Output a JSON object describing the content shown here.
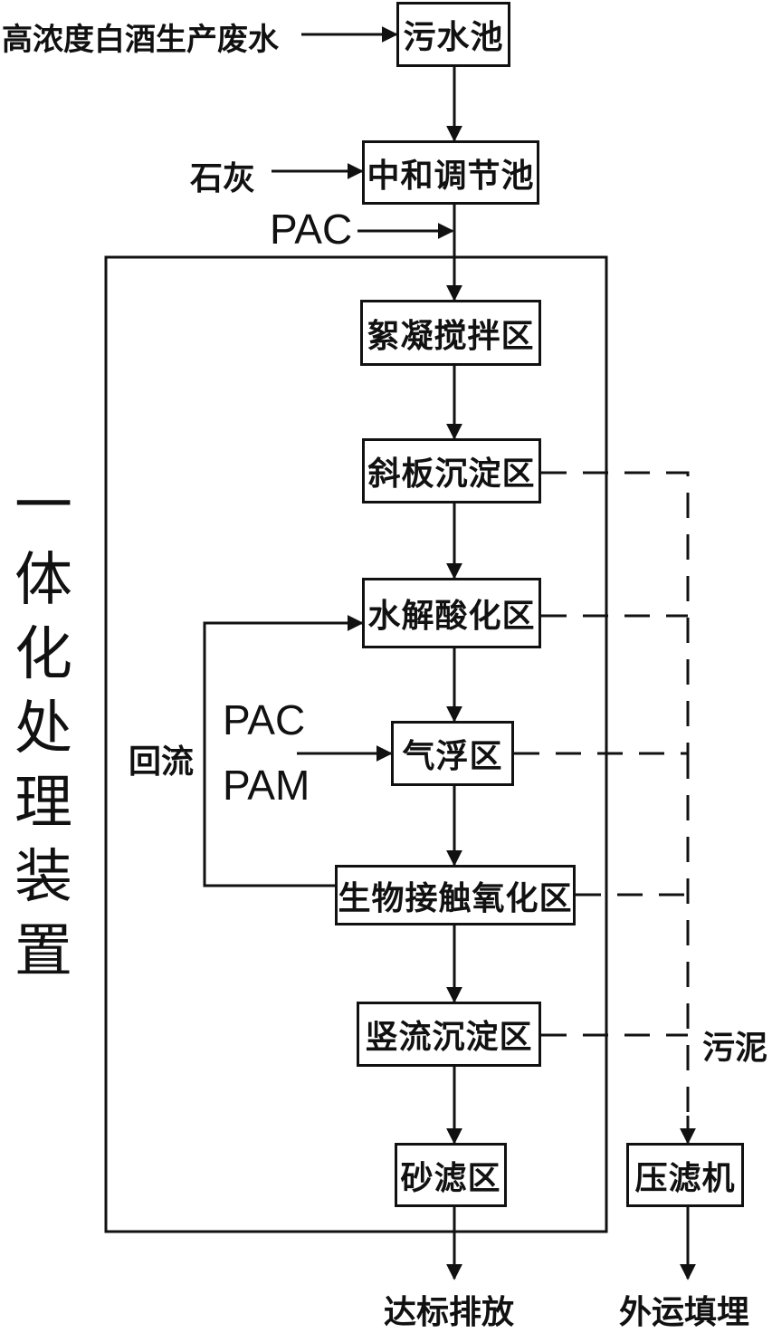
{
  "source": {
    "wastewater": "高浓度白酒生产废水",
    "lime": "石灰",
    "pac_top": "PAC"
  },
  "boxes": {
    "sewage_pool": "污水池",
    "neutral_tank": "中和调节池",
    "floc_zone": "絮凝搅拌区",
    "incline_sed_zone": "斜板沉淀区",
    "hydrolysis_zone": "水解酸化区",
    "float_zone": "气浮区",
    "bio_zone": "生物接触氧化区",
    "vert_sed_zone": "竖流沉淀区",
    "sand_filter_zone": "砂滤区",
    "filter_press": "压滤机"
  },
  "labels": {
    "recycle": "回流",
    "pac_mid": "PAC",
    "pam_mid": "PAM",
    "sludge": "污泥",
    "discharge": "达标排放",
    "disposal": "外运填埋"
  },
  "integrated_device": [
    "一",
    "体",
    "化",
    "处",
    "理",
    "装",
    "置"
  ]
}
